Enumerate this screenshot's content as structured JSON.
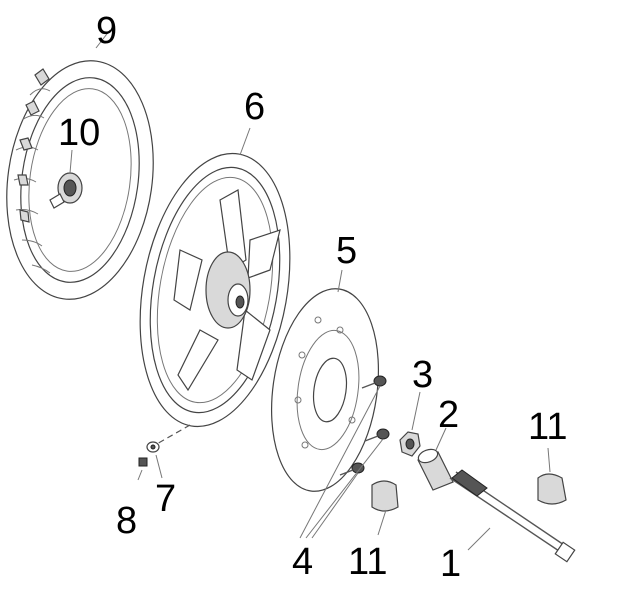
{
  "diagram": {
    "labels": {
      "n1": "1",
      "n2": "2",
      "n3": "3",
      "n4": "4",
      "n5": "5",
      "n6": "6",
      "n7": "7",
      "n8": "8",
      "n9": "9",
      "n10": "10",
      "n11a": "11",
      "n11b": "11"
    }
  }
}
